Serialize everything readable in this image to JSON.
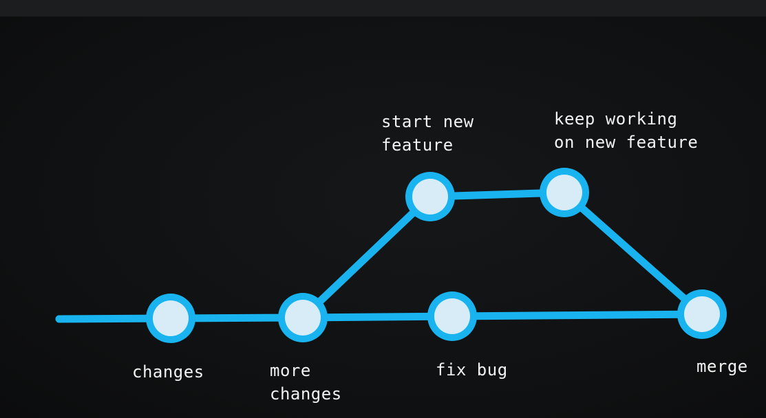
{
  "colors": {
    "line": "#19b4f0",
    "node_fill": "#d8ecf8",
    "node_ring": "#19b4f0",
    "background": "#111213",
    "label": "#f2f2f2"
  },
  "nodes": [
    {
      "id": "start",
      "label_lines": []
    },
    {
      "id": "changes",
      "label_lines": [
        "changes"
      ]
    },
    {
      "id": "more",
      "label_lines": [
        "more",
        "changes"
      ]
    },
    {
      "id": "feature",
      "label_lines": [
        "start new",
        "feature"
      ]
    },
    {
      "id": "keep",
      "label_lines": [
        "keep working",
        "on new feature"
      ]
    },
    {
      "id": "fix",
      "label_lines": [
        "fix bug"
      ]
    },
    {
      "id": "merge",
      "label_lines": [
        "merge"
      ]
    }
  ],
  "edges": [
    {
      "from": "start",
      "to": "changes"
    },
    {
      "from": "changes",
      "to": "more"
    },
    {
      "from": "more",
      "to": "fix"
    },
    {
      "from": "fix",
      "to": "merge"
    },
    {
      "from": "more",
      "to": "feature"
    },
    {
      "from": "feature",
      "to": "keep"
    },
    {
      "from": "keep",
      "to": "merge"
    }
  ]
}
